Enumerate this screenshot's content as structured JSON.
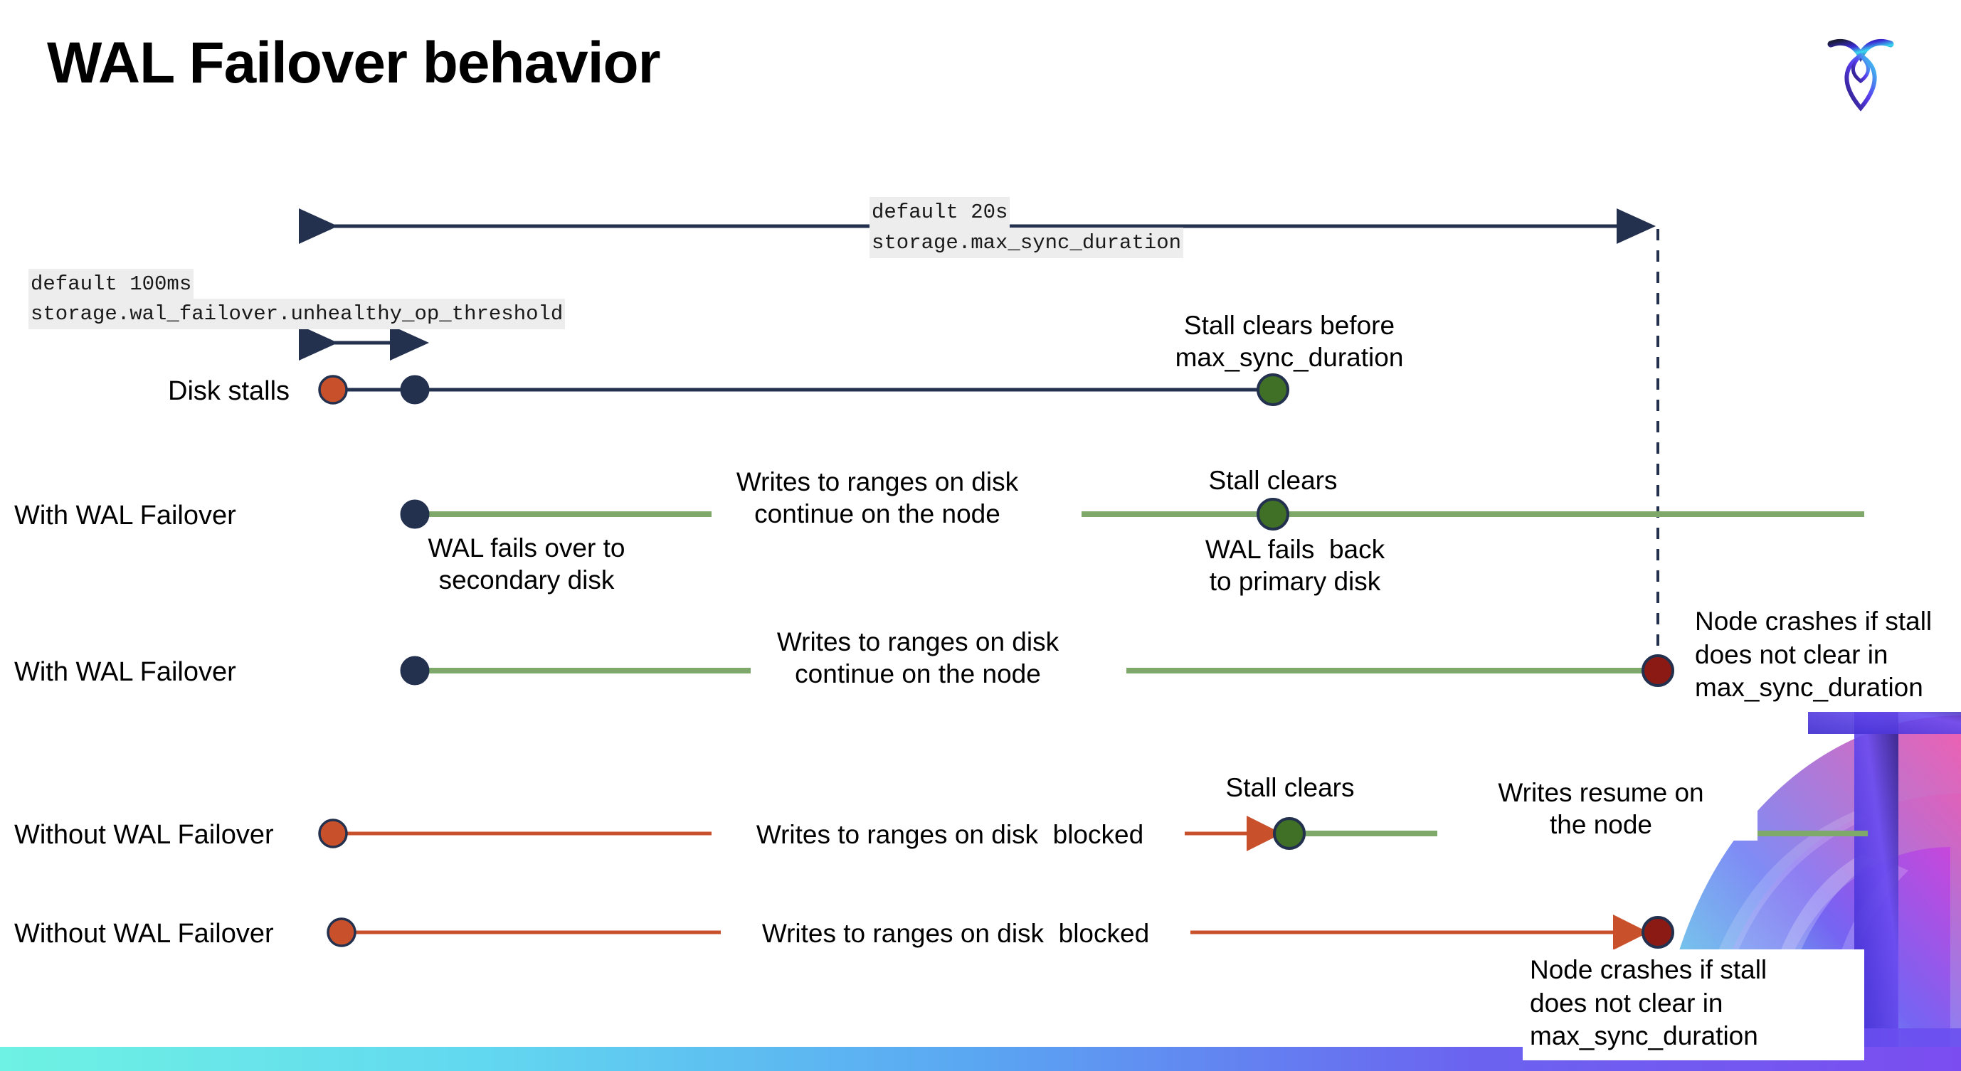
{
  "slide": {
    "title": "WAL Failover behavior",
    "logo_name": "cockroach-labs-logo"
  },
  "colors": {
    "navy": "#23314f",
    "green_line": "#7fa96a",
    "green_dot": "#3f7026",
    "orange": "#c8512c",
    "dark_red": "#8b1a14",
    "chip_bg": "#ededed",
    "bar_gradient_start": "#6ef2e3",
    "bar_gradient_end": "#7b4df0"
  },
  "settings": {
    "max_sync": {
      "default_label": "default 20s",
      "setting_name": "storage.max_sync_duration"
    },
    "unhealthy_op": {
      "default_label": "default 100ms",
      "setting_name": "storage.wal_failover.unhealthy_op_threshold"
    }
  },
  "rows": [
    {
      "id": "disk-stalls",
      "label": "Disk stalls",
      "annotations": [
        "Stall clears before\nmax_sync_duration"
      ]
    },
    {
      "id": "with-wal-failover-1",
      "label": "With WAL Failover",
      "annotations": [
        "Writes to ranges on disk\ncontinue on the node",
        "Stall clears",
        "WAL fails over to\nsecondary disk",
        "WAL fails  back\nto primary disk"
      ]
    },
    {
      "id": "with-wal-failover-2",
      "label": "With WAL Failover",
      "annotations": [
        "Writes to ranges on disk\ncontinue on the node",
        "Node crashes if stall\ndoes not clear in\nmax_sync_duration"
      ]
    },
    {
      "id": "without-wal-failover-1",
      "label": "Without WAL Failover",
      "annotations": [
        "Writes to ranges on disk  blocked",
        "Stall clears",
        "Writes resume on\nthe node"
      ]
    },
    {
      "id": "without-wal-failover-2",
      "label": "Without WAL Failover",
      "annotations": [
        "Writes to ranges on disk  blocked",
        "Node crashes if stall\ndoes not clear in\nmax_sync_duration"
      ]
    }
  ],
  "legend_markers": {
    "stall_start": "orange-dot",
    "failover_point": "navy-dot",
    "stall_cleared": "green-dot",
    "node_crash": "dark-red-dot"
  }
}
